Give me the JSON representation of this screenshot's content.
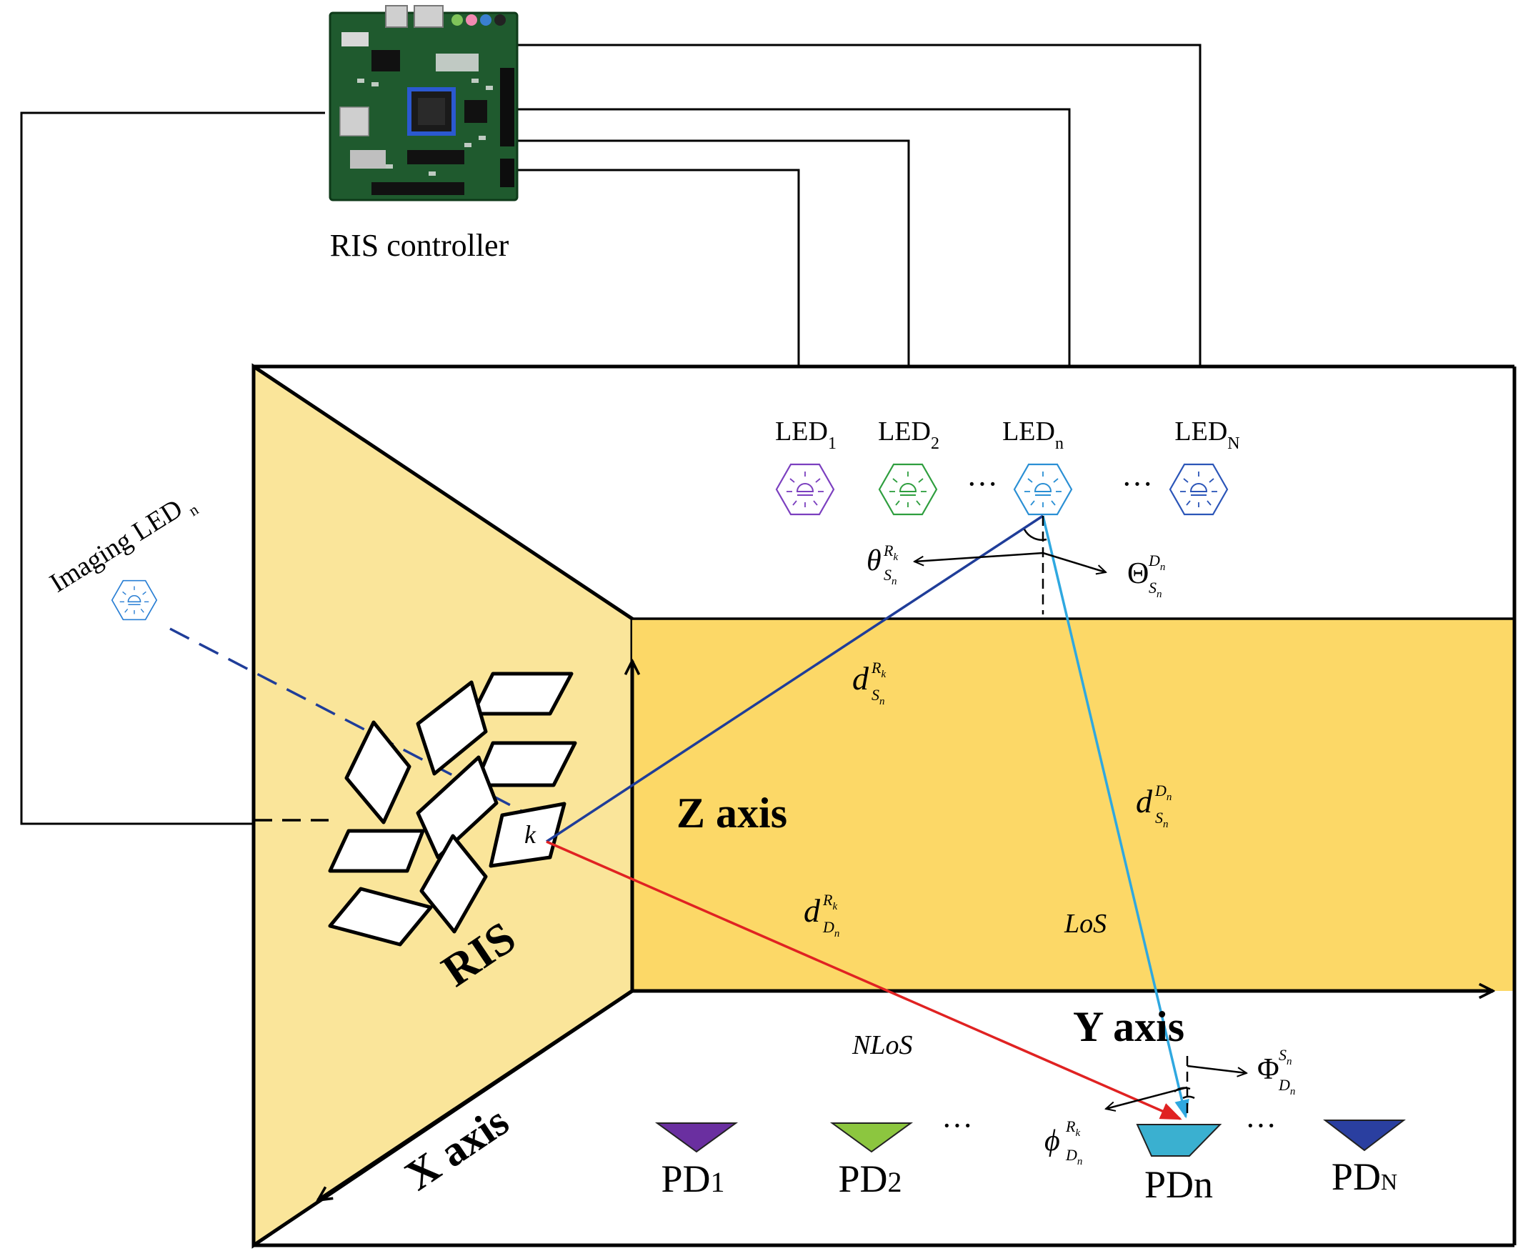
{
  "controller": {
    "label": "RIS controller",
    "board_icon": "fpga-board-icon"
  },
  "imaging_led": {
    "label": "Imaging LED",
    "subscript": "n",
    "color": "#2a7fd4"
  },
  "leds": [
    {
      "base": "LED",
      "sub": "1",
      "color": "#7b3fbf"
    },
    {
      "base": "LED",
      "sub": "2",
      "color": "#2e9e3e"
    },
    {
      "base": "LED",
      "sub": "n",
      "color": "#2a8fd4"
    },
    {
      "base": "LED",
      "sub": "N",
      "color": "#2b55b8"
    }
  ],
  "led_ellipses": [
    "···",
    "···"
  ],
  "photodiodes": [
    {
      "base": "PD",
      "sub": "1",
      "color": "#6a2fa0"
    },
    {
      "base": "PD",
      "sub": "2",
      "color": "#8cc63f"
    },
    {
      "base": "PD",
      "sub": "n",
      "color": "#3ab0d0"
    },
    {
      "base": "PD",
      "sub": "N",
      "color": "#2a3fa0"
    }
  ],
  "pd_ellipses": [
    "···",
    "···"
  ],
  "axes": {
    "z": "Z axis",
    "y": "Y axis",
    "x": "X axis"
  },
  "ris_label": "RIS",
  "element_label": "k",
  "links": {
    "los": "LoS",
    "nlos": "NLoS"
  },
  "symbols": {
    "d_sn_rk": {
      "base": "d",
      "sup": "R",
      "supsub": "k",
      "sub": "S",
      "subsub": "n"
    },
    "d_sn_dn": {
      "base": "d",
      "sup": "D",
      "supsub": "n",
      "sub": "S",
      "subsub": "n"
    },
    "d_dn_rk": {
      "base": "d",
      "sup": "R",
      "supsub": "k",
      "sub": "D",
      "subsub": "n"
    },
    "theta_sn_rk": {
      "base": "θ",
      "sup": "R",
      "supsub": "k",
      "sub": "S",
      "subsub": "n"
    },
    "Theta_sn_dn": {
      "base": "Θ",
      "sup": "D",
      "supsub": "n",
      "sub": "S",
      "subsub": "n"
    },
    "Phi_dn_sn": {
      "base": "Φ",
      "sup": "S",
      "supsub": "n",
      "sub": "D",
      "subsub": "n"
    },
    "phi_dn_rk": {
      "base": "ϕ",
      "sup": "R",
      "supsub": "k",
      "sub": "D",
      "subsub": "n"
    }
  },
  "colors": {
    "wall": "#fae59a",
    "floor_band": "#fcd867",
    "link_led_to_ris": "#1f3d99",
    "link_los": "#2fa8e0",
    "link_nlos": "#e02222",
    "imaging_path": "#1f3d99"
  }
}
